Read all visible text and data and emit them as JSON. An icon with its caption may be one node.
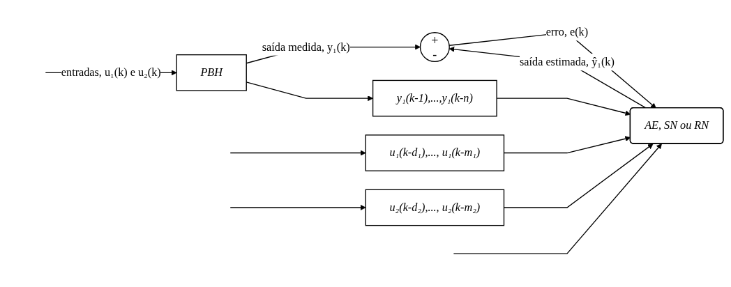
{
  "diagram": {
    "nodes": [
      {
        "text": [
          "PBH"
        ]
      },
      {
        "text": [
          "+",
          "-"
        ]
      },
      {
        "text": [
          "AE, SN ou RN"
        ]
      },
      {
        "text": [
          "u₁(k-d₁),..., u₁(k-m₁)"
        ]
      },
      {
        "text": [
          "u₂(k-d₂),..., u₂(k-m₂)"
        ]
      },
      {
        "text": [
          "y₁(k-1),...,y₁(k-n)"
        ]
      }
    ],
    "edges": [
      {
        "from": null,
        "to": 0,
        "arrow": "to",
        "label": "entradas, u₁(k) e u₂(k)"
      },
      {
        "from": null,
        "to": 2,
        "arrow": "to"
      },
      {
        "from": null,
        "to": 3,
        "arrow": "to"
      },
      {
        "from": null,
        "to": 4,
        "arrow": "to"
      },
      {
        "from": 0,
        "to": 1,
        "arrow": "to",
        "label": "saída medida, y₁(k)"
      },
      {
        "from": 0,
        "to": 5,
        "arrow": "to"
      },
      {
        "from": 2,
        "to": 1,
        "arrow": "to",
        "label": "saída estimada, ŷ₁(k)"
      },
      {
        "from": 1,
        "to": 2,
        "arrow": "to",
        "label": "erro, e(k)"
      },
      {
        "from": 3,
        "to": 2,
        "arrow": "to"
      },
      {
        "from": 4,
        "to": 2,
        "arrow": "to"
      },
      {
        "from": 5,
        "to": 2,
        "arrow": "to"
      }
    ]
  }
}
